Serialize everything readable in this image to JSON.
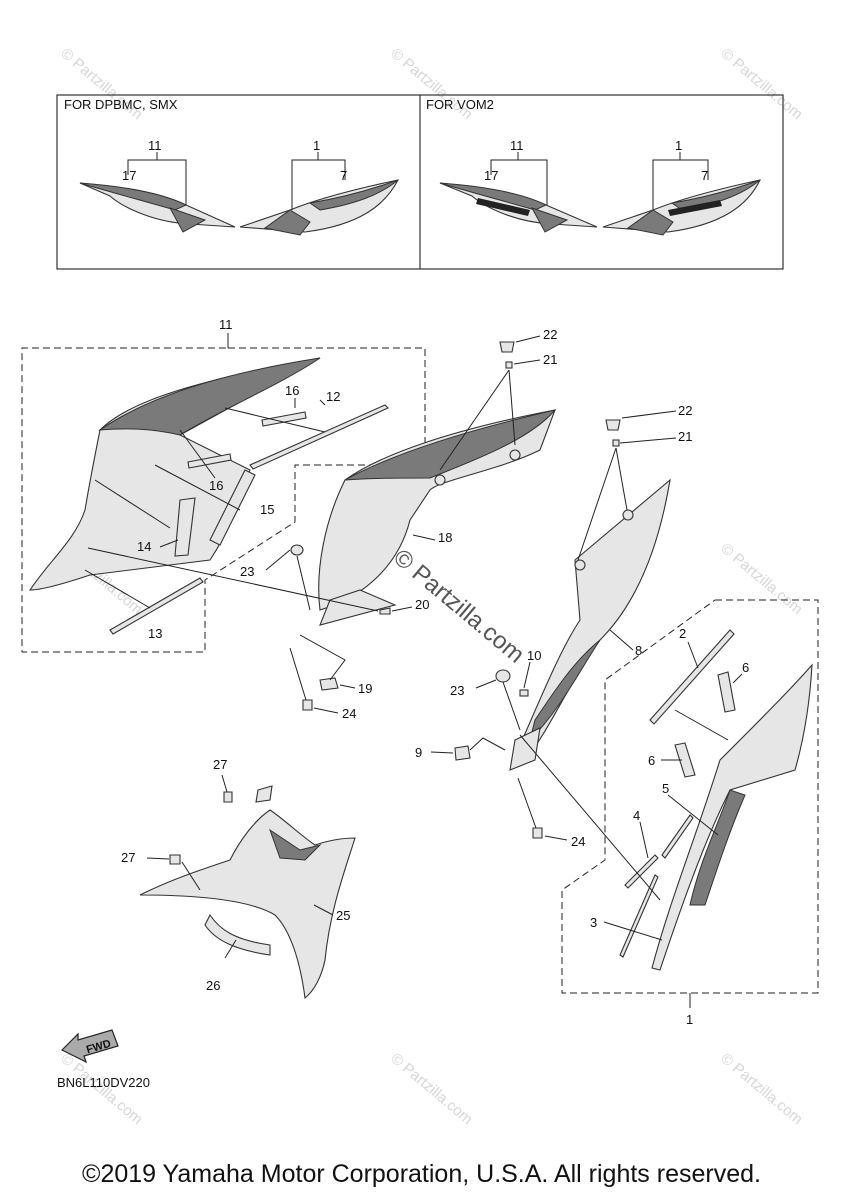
{
  "boxes": {
    "left_title": "FOR DPBMC, SMX",
    "right_title": "FOR VOM2"
  },
  "callouts": {
    "c1": "1",
    "c2": "2",
    "c3": "3",
    "c4": "4",
    "c5": "5",
    "c6": "6",
    "c7": "7",
    "c8": "8",
    "c9": "9",
    "c10": "10",
    "c11": "11",
    "c12": "12",
    "c13": "13",
    "c14": "14",
    "c15": "15",
    "c16": "16",
    "c17": "17",
    "c18": "18",
    "c19": "19",
    "c20": "20",
    "c21": "21",
    "c22": "22",
    "c23": "23",
    "c24": "24",
    "c25": "25",
    "c26": "26",
    "c27": "27"
  },
  "fwd_label": "FWD",
  "diagram_code": "BN6L110DV220",
  "watermark_small": "© Partzilla.com",
  "watermark_center": "© Partzilla.com",
  "copyright": "©2019 Yamaha Motor Corporation, U.S.A. All rights reserved."
}
